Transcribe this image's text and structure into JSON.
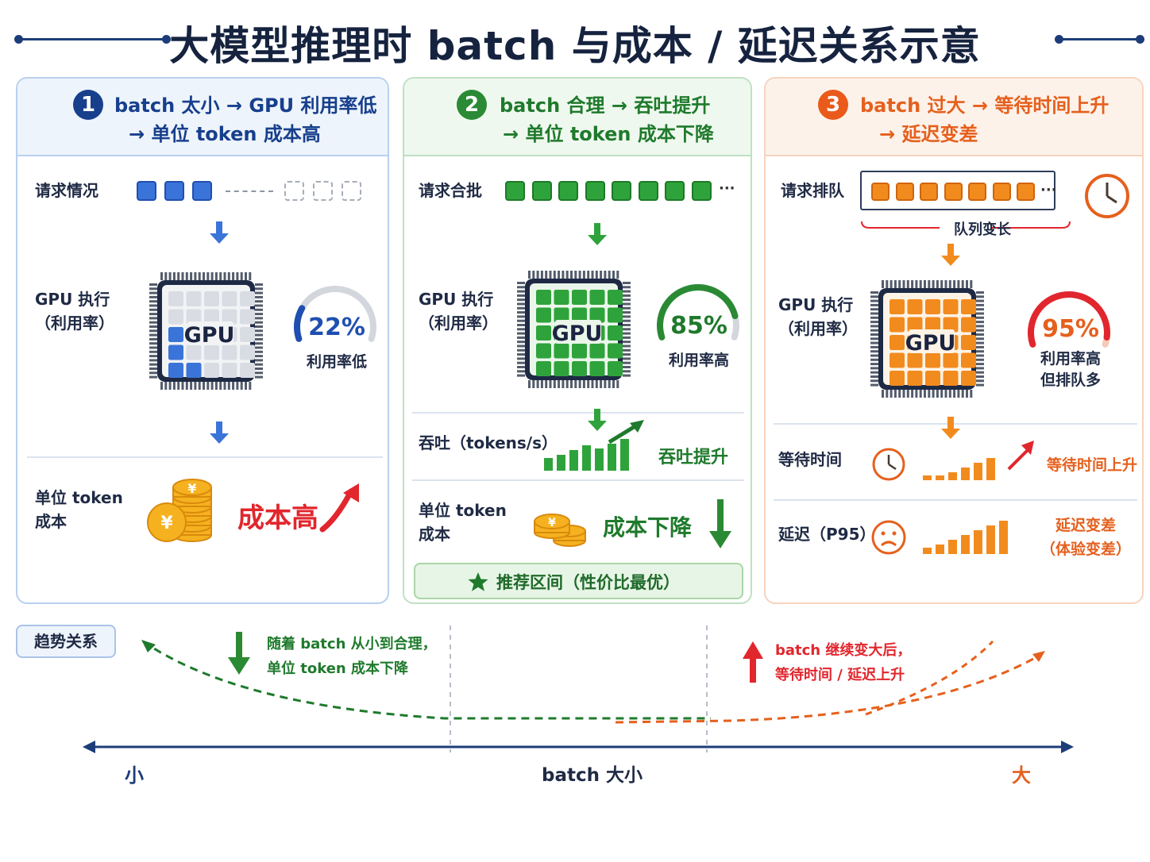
{
  "title": "大模型推理时 batch 与成本 / 延迟关系示意",
  "colors": {
    "blue": "#173f8c",
    "green": "#1f7a2c",
    "orange": "#e5601d",
    "red": "#e1262d"
  },
  "panels": [
    {
      "number": "1",
      "heading_line1": "batch 太小 → GPU 利用率低",
      "heading_line2": "→ 单位 token 成本高",
      "request_label": "请求情况",
      "gpu_label_line1": "GPU 执行",
      "gpu_label_line2": "（利用率）",
      "gpu_text": "GPU",
      "utilization": "22%",
      "utilization_value": 22,
      "utilization_note": "利用率低",
      "cost_label_line1": "单位 token",
      "cost_label_line2": "成本",
      "cost_result": "成本高",
      "coin_symbol": "¥"
    },
    {
      "number": "2",
      "heading_line1": "batch 合理 → 吞吐提升",
      "heading_line2": "→ 单位 token 成本下降",
      "request_label": "请求合批",
      "gpu_label_line1": "GPU 执行",
      "gpu_label_line2": "（利用率）",
      "gpu_text": "GPU",
      "utilization": "85%",
      "utilization_value": 85,
      "utilization_note": "利用率高",
      "throughput_label": "吞吐（tokens/s）",
      "throughput_result": "吞吐提升",
      "cost_label_line1": "单位 token",
      "cost_label_line2": "成本",
      "cost_result": "成本下降",
      "coin_symbol": "¥",
      "recommend": "推荐区间（性价比最优）",
      "dots": "···"
    },
    {
      "number": "3",
      "heading_line1": "batch 过大 → 等待时间上升",
      "heading_line2": "→ 延迟变差",
      "request_label": "请求排队",
      "queue_note": "队列变长",
      "gpu_label_line1": "GPU 执行",
      "gpu_label_line2": "（利用率）",
      "gpu_text": "GPU",
      "utilization": "95%",
      "utilization_value": 95,
      "utilization_note_line1": "利用率高",
      "utilization_note_line2": "但排队多",
      "wait_label": "等待时间",
      "wait_result": "等待时间上升",
      "latency_label": "延迟（P95）",
      "latency_result_line1": "延迟变差",
      "latency_result_line2": "（体验变差）",
      "dots": "···"
    }
  ],
  "trend": {
    "tag": "趋势关系",
    "left_note_line1": "随着 batch 从小到合理，",
    "left_note_line2": "单位 token 成本下降",
    "right_note_line1": "batch 继续变大后，",
    "right_note_line2": "等待时间 / 延迟上升",
    "axis_left": "小",
    "axis_center": "batch 大小",
    "axis_right": "大"
  }
}
